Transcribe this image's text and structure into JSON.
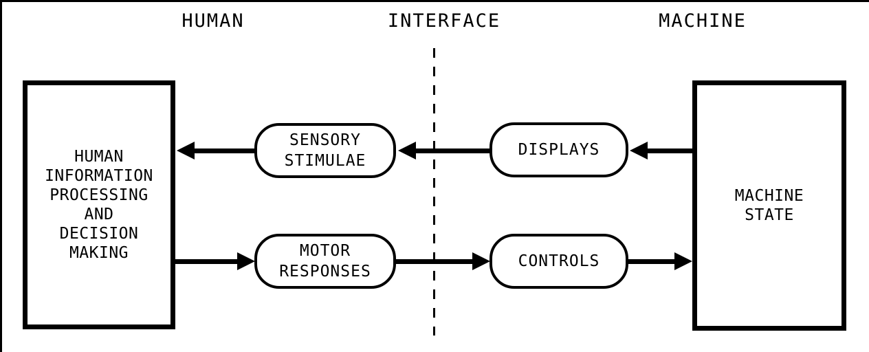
{
  "diagram": {
    "headers": {
      "human": "HUMAN",
      "interface": "INTERFACE",
      "machine": "MACHINE"
    },
    "human_box": {
      "lines": [
        "HUMAN",
        "INFORMATION",
        "PROCESSING",
        "AND",
        "DECISION",
        "MAKING"
      ]
    },
    "machine_box": {
      "lines": [
        "MACHINE",
        "STATE"
      ]
    },
    "nodes": {
      "sensory": {
        "lines": [
          "SENSORY",
          "STIMULAE"
        ]
      },
      "displays": {
        "label": "DISPLAYS"
      },
      "motor": {
        "lines": [
          "MOTOR",
          "RESPONSES"
        ]
      },
      "controls": {
        "label": "CONTROLS"
      }
    },
    "colors": {
      "ink": "#000000",
      "background": "#ffffff"
    }
  }
}
